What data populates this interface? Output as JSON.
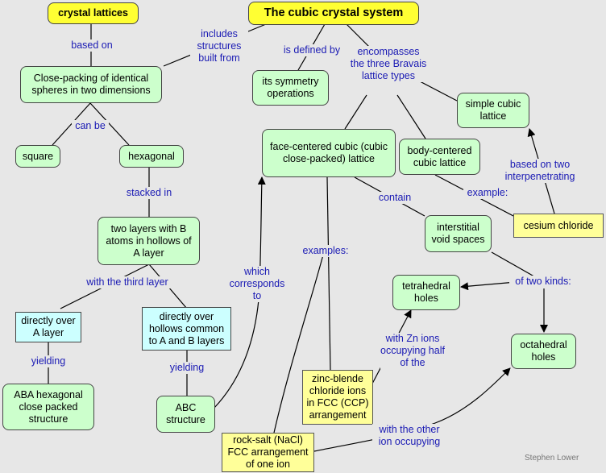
{
  "nodes": {
    "crystal_lattices": "crystal lattices",
    "cubic_system": "The cubic crystal system",
    "close_packing": "Close-packing of identical spheres in two dimensions",
    "symmetry_ops": "its symmetry operations",
    "simple_cubic": "simple cubic lattice",
    "fcc": "face-centered cubic (cubic close-packed) lattice",
    "bcc": "body-centered cubic lattice",
    "square": "square",
    "hexagonal": "hexagonal",
    "cesium_chloride": "cesium chloride",
    "interstitial": "interstitial void spaces",
    "two_layers": "two layers with B atoms in hollows of A layer",
    "tetrahedral": "tetrahedral holes",
    "directly_over_a": "directly over A layer",
    "directly_over_hollows": "directly over hollows common to A and B layers",
    "octahedral": "octahedral holes",
    "zinc_blende": "zinc-blende chloride ions in FCC (CCP) arrangement",
    "aba": "ABA hexagonal close packed structure",
    "abc": "ABC structure",
    "rock_salt": "rock-salt (NaCl) FCC arrangement of one ion"
  },
  "labels": {
    "based_on": "based on",
    "includes": "includes structures built from",
    "is_defined_by": "is defined by",
    "encompasses": "encompasses the three Bravais lattice types",
    "can_be": "can be",
    "based_on_two": "based on two interpenetrating",
    "example": "example:",
    "contain": "contain",
    "stacked_in": "stacked in",
    "examples": "examples:",
    "which_corresponds": "which corresponds to",
    "with_third_layer": "with the third layer",
    "of_two_kinds": "of two kinds:",
    "with_zn": "with Zn ions occupying half of the",
    "yielding_left": "yielding",
    "yielding_right": "yielding",
    "with_other_ion": "with the other ion occupying"
  },
  "credit": "Stephen Lower"
}
